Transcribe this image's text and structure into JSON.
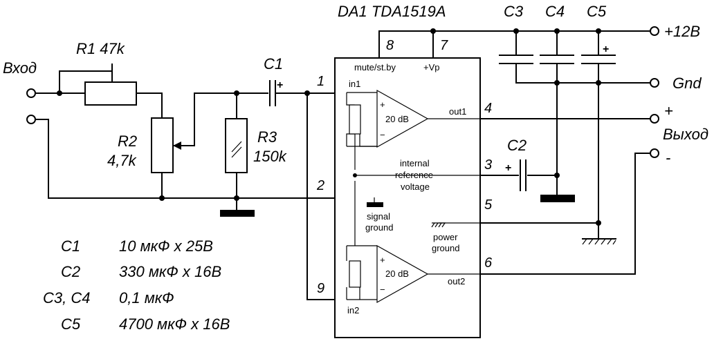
{
  "labels": {
    "chip": "DA1  TDA1519A",
    "input": "Вход",
    "r1": "R1  47k",
    "r2_name": "R2",
    "r2_value": "4,7k",
    "r3_name": "R3",
    "r3_value": "150k",
    "c1": "C1",
    "c2": "C2",
    "c3": "C3",
    "c4": "C4",
    "c5": "C5",
    "supply": "+12В",
    "gnd": "Gnd",
    "plus": "+",
    "output": "Выход",
    "minus": "-"
  },
  "pins": {
    "p1": "1",
    "p2": "2",
    "p3": "3",
    "p4": "4",
    "p5": "5",
    "p6": "6",
    "p7": "7",
    "p8": "8",
    "p9": "9"
  },
  "chip_text": {
    "mute": "mute/st.by",
    "vp": "+Vp",
    "in1": "in1",
    "in2": "in2",
    "out1": "out1",
    "out2": "out2",
    "gain": "20 dB",
    "amp_plus": "+",
    "amp_minus": "−",
    "ref_1": "internal",
    "ref_2": "reference",
    "ref_3": "voltage",
    "sig_1": "signal",
    "sig_2": "ground",
    "pwr_1": "power",
    "pwr_2": "ground"
  },
  "cap_polarity": "+",
  "parts": [
    {
      "ref": "C1",
      "value": "10 мкФ х 25В"
    },
    {
      "ref": "C2",
      "value": "330 мкФ х 16В"
    },
    {
      "ref": "C3, C4",
      "value": "0,1 мкФ"
    },
    {
      "ref": "C5",
      "value": "4700 мкФ х 16В"
    }
  ]
}
